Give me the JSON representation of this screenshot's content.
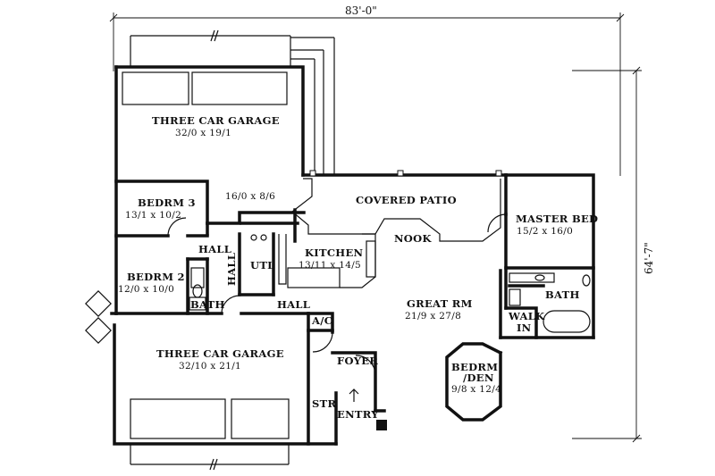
{
  "dimensions": {
    "overall_width": "83'-0\"",
    "overall_depth": "64'-7\""
  },
  "rooms": {
    "garage_top": {
      "name": "THREE CAR GARAGE",
      "size": "32/0 x 19/1"
    },
    "storage_top": {
      "size": "16/0 x 8/6"
    },
    "covered_patio": {
      "name": "COVERED PATIO"
    },
    "bedrm3": {
      "name": "BEDRM 3",
      "size": "13/1 x 10/2"
    },
    "master_bed": {
      "name": "MASTER BED",
      "size": "15/2 x 16/0"
    },
    "hall_a": {
      "name": "HALL"
    },
    "nook": {
      "name": "NOOK"
    },
    "kitchen": {
      "name": "KITCHEN",
      "size": "13/11 x 14/5"
    },
    "bedrm2": {
      "name": "BEDRM 2",
      "size": "12/0 x 10/0"
    },
    "hall_v": {
      "name": "HALL"
    },
    "utl": {
      "name": "UTL"
    },
    "master_bath": {
      "name": "BATH"
    },
    "great_rm": {
      "name": "GREAT RM",
      "size": "21/9 x 27/8"
    },
    "bath2": {
      "name": "BATH"
    },
    "hall_b": {
      "name": "HALL"
    },
    "ac": {
      "name": "A/C"
    },
    "walk_in": {
      "name": "WALK",
      "name2": "IN"
    },
    "garage_bottom": {
      "name": "THREE CAR GARAGE",
      "size": "32/10 x 21/1"
    },
    "foyer": {
      "name": "FOYER"
    },
    "bedrm_den": {
      "name": "BEDRM",
      "name2": "/DEN",
      "size": "9/8 x 12/4"
    },
    "str": {
      "name": "STR"
    },
    "entry": {
      "name": "ENTRY"
    }
  }
}
